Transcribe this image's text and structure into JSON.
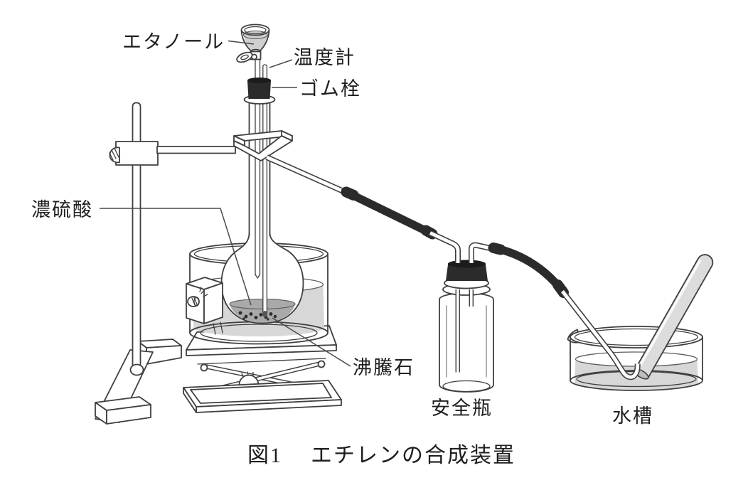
{
  "figure": {
    "caption": {
      "number": "図1",
      "title": "エチレンの合成装置"
    },
    "labels": {
      "ethanol": "エタノール",
      "thermometer": "温度計",
      "rubber_stopper": "ゴム栓",
      "sulfuric_acid": "濃硫酸",
      "boiling_stone": "沸騰石",
      "safety_bottle": "安全瓶",
      "water_tank": "水槽"
    },
    "colors": {
      "background": "#ffffff",
      "line": "#3f3f3f",
      "rubber": "#2b2b2b",
      "water": "#d7d7d7",
      "liquid_light": "#cfcfcf",
      "liquid_dark": "#a9a9a9"
    }
  }
}
